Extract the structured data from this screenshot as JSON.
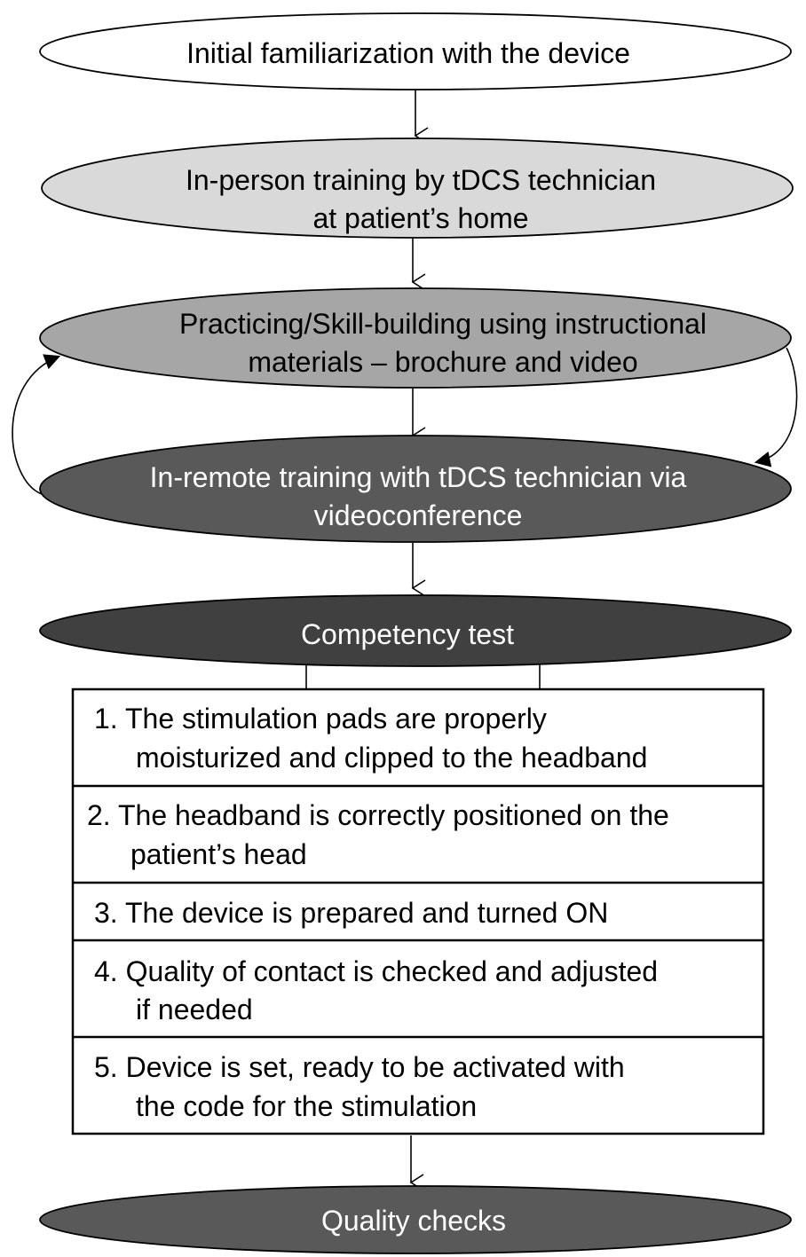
{
  "flow": {
    "step1": {
      "lines": [
        "Initial familiarization with the device"
      ],
      "fill": "#ffffff",
      "text_color": "#000000"
    },
    "step2": {
      "lines": [
        "In-person training by tDCS technician",
        "at patient’s home"
      ],
      "fill": "#d9d9d9",
      "text_color": "#000000"
    },
    "step3": {
      "lines": [
        "Practicing/Skill-building using instructional",
        "materials – brochure and video"
      ],
      "fill": "#a6a6a6",
      "text_color": "#000000"
    },
    "step4": {
      "lines": [
        "In-remote training with tDCS technician via",
        "videoconference"
      ],
      "fill": "#595959",
      "text_color": "#ffffff"
    },
    "step5": {
      "lines": [
        "Competency test"
      ],
      "fill": "#404040",
      "text_color": "#ffffff"
    },
    "step6": {
      "lines": [
        "Quality checks"
      ],
      "fill": "#595959",
      "text_color": "#ffffff"
    }
  },
  "checklist": [
    {
      "lines": [
        "1. The stimulation pads are properly",
        "moisturized and clipped to the headband"
      ]
    },
    {
      "lines": [
        "2. The headband is correctly positioned on the",
        "patient’s head"
      ]
    },
    {
      "lines": [
        "3. The device is prepared and turned ON"
      ]
    },
    {
      "lines": [
        "4. Quality of contact is checked and adjusted",
        "if needed"
      ]
    },
    {
      "lines": [
        "5. Device is set, ready to be  activated with",
        "the code for the stimulation"
      ]
    }
  ]
}
